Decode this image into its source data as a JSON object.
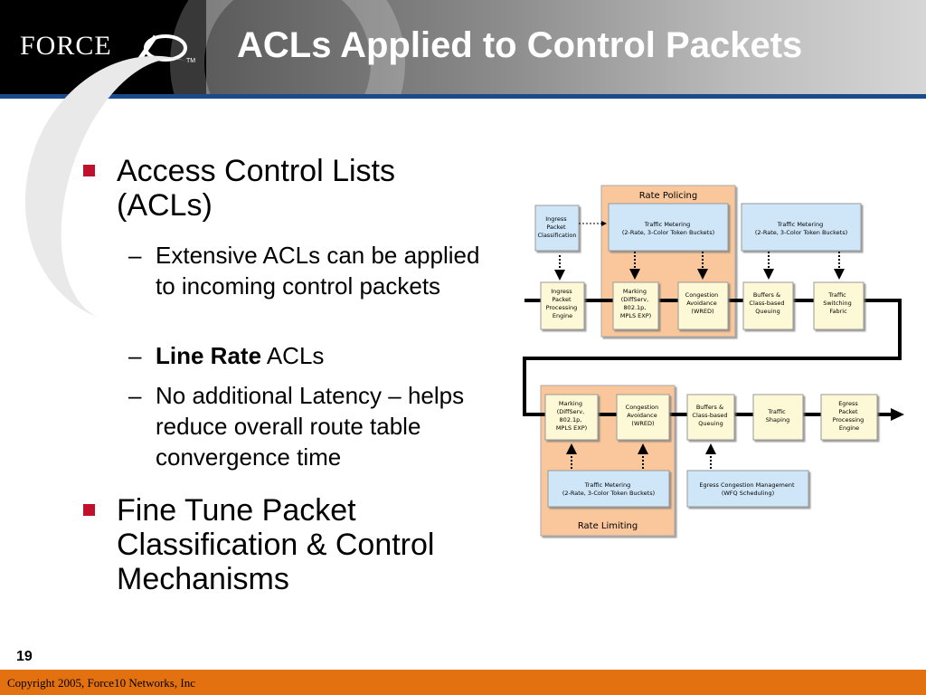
{
  "header": {
    "logo_text": "FORCE",
    "logo_mark": "10",
    "trademark": "TM",
    "title": "ACLs Applied to Control Packets"
  },
  "bullets": {
    "b1": "Access Control Lists (ACLs)",
    "sub1": "Extensive ACLs can be applied to incoming control packets",
    "sub2_bold": "Line Rate",
    "sub2_rest": " ACLs",
    "sub3": "No additional Latency – helps reduce overall route table convergence time",
    "b2": "Fine Tune Packet Classification & Control Mechanisms"
  },
  "diagram": {
    "rate_policing_label": "Rate Policing",
    "rate_limiting_label": "Rate Limiting",
    "ingress_classification": [
      "Ingress",
      "Packet",
      "Classification"
    ],
    "traffic_metering_1": [
      "Traffic Metering",
      "(2-Rate, 3-Color Token Buckets)"
    ],
    "traffic_metering_2": [
      "Traffic Metering",
      "(2-Rate, 3-Color Token Buckets)"
    ],
    "ingress_engine": [
      "Ingress",
      "Packet",
      "Processing",
      "Engine"
    ],
    "marking_1": [
      "Marking",
      "(DiffServ,",
      "802.1p,",
      "MPLS EXP)"
    ],
    "congestion_1": [
      "Congestion",
      "Avoidance",
      "(WRED)"
    ],
    "buffers_1": [
      "Buffers &",
      "Class-based",
      "Queuing"
    ],
    "switching_fabric": [
      "Traffic",
      "Switching",
      "Fabric"
    ],
    "marking_2": [
      "Marking",
      "(DiffServ,",
      "802.1p,",
      "MPLS EXP)"
    ],
    "congestion_2": [
      "Congestion",
      "Avoidance",
      "(WRED)"
    ],
    "buffers_2": [
      "Buffers &",
      "Class-based",
      "Queuing"
    ],
    "shaping": [
      "Traffic",
      "Shaping"
    ],
    "egress_engine": [
      "Egress",
      "Packet",
      "Processing",
      "Engine"
    ],
    "traffic_metering_3": [
      "Traffic Metering",
      "(2-Rate, 3-Color Token Buckets)"
    ],
    "egress_congestion": [
      "Egress Congestion Management",
      "(WFQ Scheduling)"
    ]
  },
  "page_number": "19",
  "footer": "Copyright 2005, Force10 Networks, Inc",
  "colors": {
    "header_rule": "#1a4b8c",
    "bullet": "#c0102c",
    "footer": "#e3710f",
    "rate_box": "#f9c79b",
    "blue_box": "#cfe6f8",
    "yellow_box": "#fdf8d6"
  }
}
